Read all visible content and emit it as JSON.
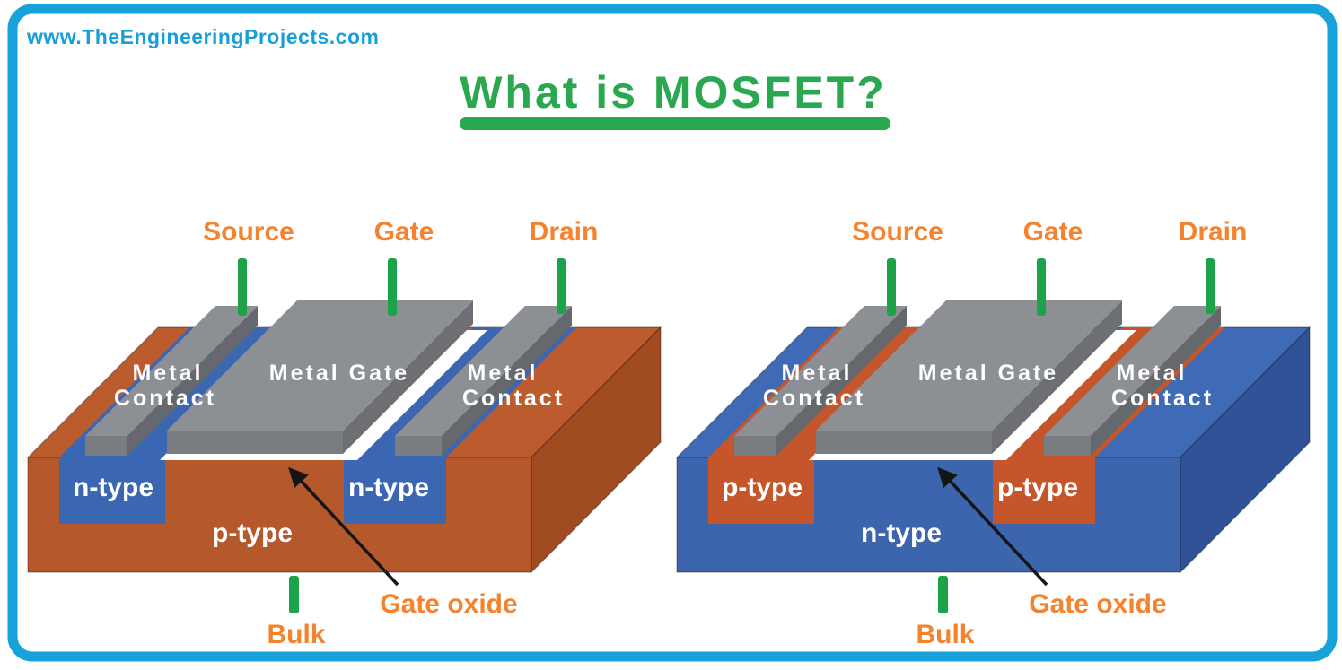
{
  "colors": {
    "page_bg": "#ffffff",
    "border_blue": "#18a2dc",
    "url_blue": "#189fd9",
    "title_green": "#2aa850",
    "pin_green": "#1ca348",
    "label_orange": "#f5822d",
    "white_text": "#ffffff",
    "substrate_p_top": "#bc5c2e",
    "substrate_p_front": "#b5592c",
    "substrate_p_side": "#a04b21",
    "substrate_n_top": "#3e6ab6",
    "substrate_n_front": "#3c65ad",
    "substrate_n_side": "#2f5396",
    "well_n": "#3a66b2",
    "well_p": "#c5552a",
    "metal_top": "#8c8f94",
    "metal_front": "#797c81",
    "metal_side": "#65686d",
    "gate_top": "#8c8f94",
    "gate_front": "#797c81",
    "gate_side": "#6d6f74",
    "oxide_white": "#ffffff",
    "arrow_black": "#151515"
  },
  "header": {
    "site": "www.TheEngineeringProjects.com",
    "title": "What is MOSFET?"
  },
  "diagrams": [
    {
      "source": "Source",
      "gate": "Gate",
      "drain": "Drain",
      "metal_left": [
        "Metal",
        "Contact"
      ],
      "metal_gate": "Metal Gate",
      "metal_right": [
        "Metal",
        "Contact"
      ],
      "left_well": "n-type",
      "right_well": "n-type",
      "substrate": "p-type",
      "bulk": "Bulk",
      "gate_oxide": "Gate oxide"
    },
    {
      "source": "Source",
      "gate": "Gate",
      "drain": "Drain",
      "metal_left": [
        "Metal",
        "Contact"
      ],
      "metal_gate": "Metal Gate",
      "metal_right": [
        "Metal",
        "Contact"
      ],
      "left_well": "p-type",
      "right_well": "p-type",
      "substrate": "n-type",
      "bulk": "Bulk",
      "gate_oxide": "Gate oxide"
    }
  ]
}
